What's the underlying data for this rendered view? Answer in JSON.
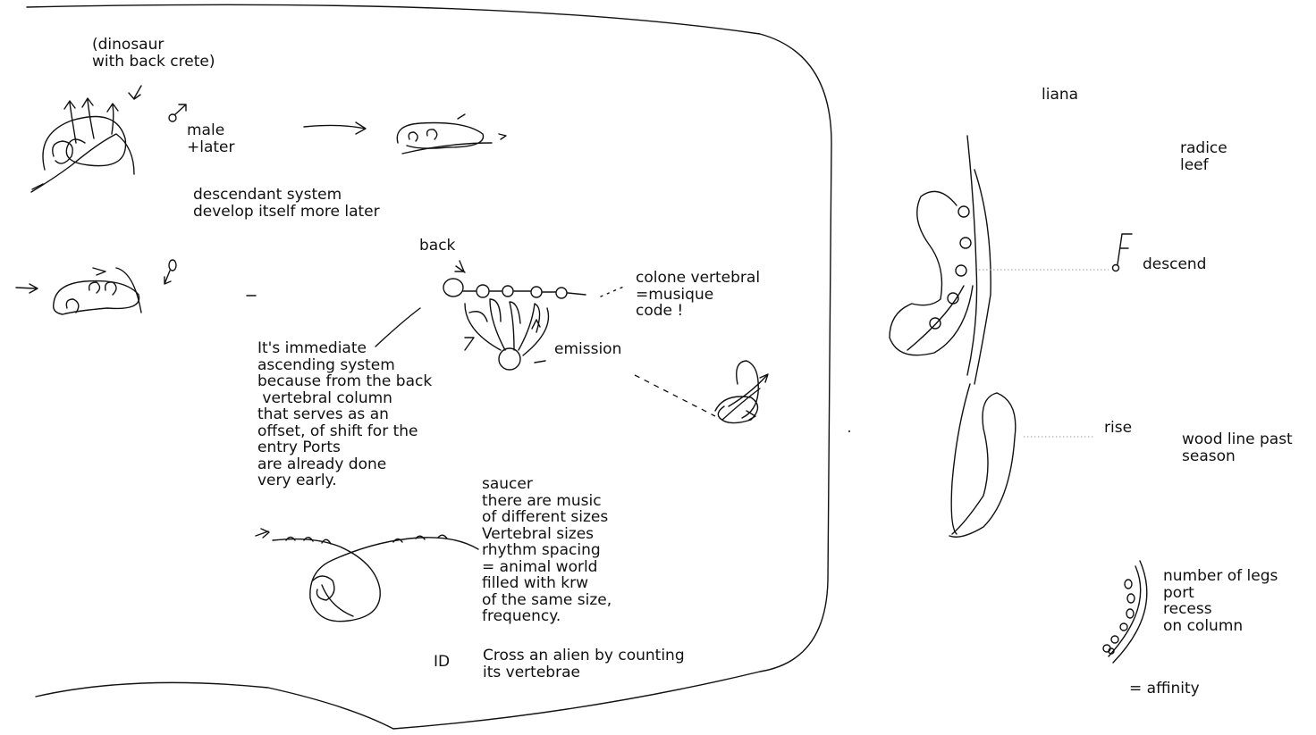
{
  "notes": {
    "dinosaur": "(dinosaur\nwith back crete)",
    "male": "male\n+later",
    "descendant": "descendant system\ndevelop itself more later",
    "back": "back",
    "colone": "colone vertebral\n=musique\ncode !",
    "emission": "emission",
    "ascending": "It's immediate\nascending system\nbecause from the back\n vertebral column\nthat serves as an\noffset, of shift for the\nentry Ports\nare already done\nvery early.",
    "saucer": "saucer\nthere are music\nof different sizes\nVertebral sizes\nrhythm spacing\n= animal world\nfilled with krw\nof the same size,\nfrequency.",
    "id": "ID",
    "cross": "Cross an alien by counting\nits vertebrae",
    "liana": "liana",
    "radice": "radice\nleef",
    "descend": "descend",
    "rise": "rise",
    "wood": "wood line past\nseason",
    "legs": "number of legs\nport\nrecess\non column",
    "affinity": "= affinity",
    "f_glyph": "F"
  },
  "colors": {
    "ink": "#111111",
    "guide": "#999999",
    "paper": "#ffffff"
  }
}
